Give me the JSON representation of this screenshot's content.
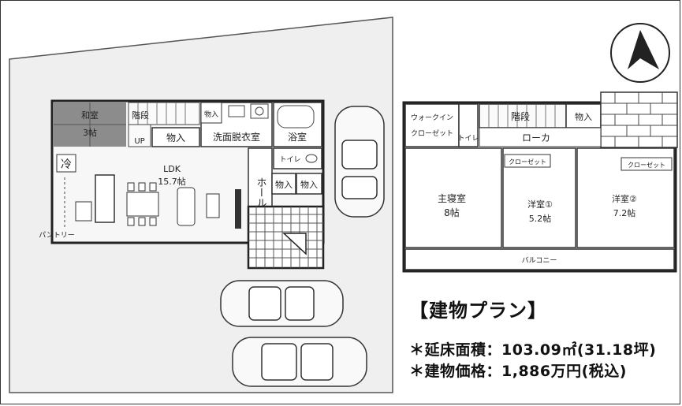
{
  "floor1": {
    "washitsu": "和室",
    "washitsu_size": "3帖",
    "stairs": "階段",
    "up": "UP",
    "storage": "物入",
    "washroom": "洗面脱衣室",
    "bath": "浴室",
    "toilet": "トイレ",
    "ldk": "LDK",
    "ldk_size": "15.7帖",
    "hall": "ホール",
    "pantry": "パントリー",
    "fridge": "冷"
  },
  "floor2": {
    "walk_in_closet": "ウォークイン",
    "walk_in_closet_2": "クローゼット",
    "toilet": "トイレ",
    "stairs": "階段",
    "storage": "物入",
    "corridor": "ローカ",
    "closet": "クローゼット",
    "master": "主寝室",
    "master_size": "8帖",
    "room1": "洋室①",
    "room1_size": "5.2帖",
    "room2": "洋室②",
    "room2_size": "7.2帖",
    "balcony": "バルコニー"
  },
  "info": {
    "title": "【建物プラン】",
    "floor_area": "＊延床面積：103.09㎡(31.18坪)",
    "price": "＊建物価格：1,886万円(税込)"
  }
}
